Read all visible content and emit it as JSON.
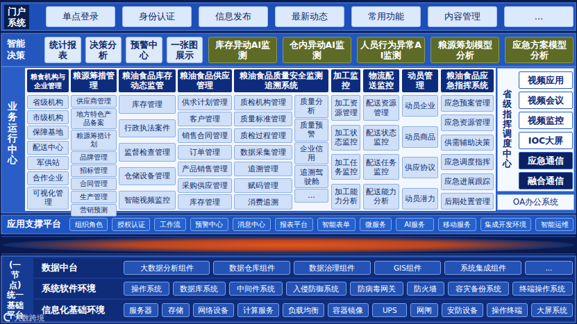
{
  "diagram": {
    "nodes": [
      {
        "text": [
          "门户系统"
        ]
      },
      {
        "text": [
          "单点登录"
        ],
        "in": 0
      },
      {
        "text": [
          "身份认证"
        ],
        "in": 0
      },
      {
        "text": [
          "信息发布"
        ],
        "in": 0
      },
      {
        "text": [
          "最新动态"
        ],
        "in": 0
      },
      {
        "text": [
          "常用功能"
        ],
        "in": 0
      },
      {
        "text": [
          "内容管理"
        ],
        "in": 0
      },
      {
        "text": [
          "..."
        ],
        "in": 0
      },
      {
        "text": [
          "智能决策"
        ]
      },
      {
        "text": [
          "统计报表"
        ],
        "in": 8
      },
      {
        "text": [
          "决策分析"
        ],
        "in": 8
      },
      {
        "text": [
          "预警中心"
        ],
        "in": 8
      },
      {
        "text": [
          "一张图展示"
        ],
        "in": 8
      },
      {
        "text": [
          "库存异动AI监测"
        ],
        "in": 8
      },
      {
        "text": [
          "仓内异动AI监测"
        ],
        "in": 8
      },
      {
        "text": [
          "人员行为异常AI监测"
        ],
        "in": 8
      },
      {
        "text": [
          "粮源筹划模型分析"
        ],
        "in": 8
      },
      {
        "text": [
          "应急方案模型分析"
        ],
        "in": 8
      },
      {
        "text": [
          "业务运行中心"
        ]
      },
      {
        "text": [
          "粮食机构与企业管理"
        ],
        "in": 18
      },
      {
        "text": [
          "省级机构"
        ],
        "in": 18
      },
      {
        "text": [
          "市级机构"
        ],
        "in": 18
      },
      {
        "text": [
          "保障基地"
        ],
        "in": 18
      },
      {
        "text": [
          "配送中心"
        ],
        "in": 18
      },
      {
        "text": [
          "军供站"
        ],
        "in": 18
      },
      {
        "text": [
          "合作企业"
        ],
        "in": 18
      },
      {
        "text": [
          "可视化管理"
        ],
        "in": 18
      },
      {
        "text": [
          "粮源筹措管理"
        ],
        "in": 18
      },
      {
        "text": [
          "供应商管理"
        ],
        "in": 18
      },
      {
        "text": [
          "地方特色产品备案"
        ],
        "in": 18
      },
      {
        "text": [
          "粮源筹措计划"
        ],
        "in": 18
      },
      {
        "text": [
          "品牌管理"
        ],
        "in": 18
      },
      {
        "text": [
          "招标管理"
        ],
        "in": 18
      },
      {
        "text": [
          "合同管理"
        ],
        "in": 18
      },
      {
        "text": [
          "生产管理"
        ],
        "in": 18
      },
      {
        "text": [
          "营销预测"
        ],
        "in": 18
      },
      {
        "text": [
          "粮油食品库存动态监管"
        ],
        "in": 18
      },
      {
        "text": [
          "库存管理"
        ],
        "in": 18
      },
      {
        "text": [
          "行政执法案件"
        ],
        "in": 18
      },
      {
        "text": [
          "监督检查管理"
        ],
        "in": 18
      },
      {
        "text": [
          "仓储设备管理"
        ],
        "in": 18
      },
      {
        "text": [
          "智能视频监控"
        ],
        "in": 18
      },
      {
        "text": [
          "粮油食品供应管理"
        ],
        "in": 18
      },
      {
        "text": [
          "供求计划管理"
        ],
        "in": 18
      },
      {
        "text": [
          "客户管理"
        ],
        "in": 18
      },
      {
        "text": [
          "销售合同管理"
        ],
        "in": 18
      },
      {
        "text": [
          "订单管理"
        ],
        "in": 18
      },
      {
        "text": [
          "产品销售管理"
        ],
        "in": 18
      },
      {
        "text": [
          "采购供应管理"
        ],
        "in": 18
      },
      {
        "text": [
          "库存管理"
        ],
        "in": 18
      },
      {
        "text": [
          "粮油食品质量安全监测追溯系统"
        ],
        "in": 18
      },
      {
        "text": [
          "质检机构管理"
        ],
        "in": 18
      },
      {
        "text": [
          "质量标准管理"
        ],
        "in": 18
      },
      {
        "text": [
          "质检过程管理"
        ],
        "in": 18
      },
      {
        "text": [
          "数据采集管理"
        ],
        "in": 18
      },
      {
        "text": [
          "追溯管理"
        ],
        "in": 18
      },
      {
        "text": [
          "赋码管理"
        ],
        "in": 18
      },
      {
        "text": [
          "消费追溯"
        ],
        "in": 18
      },
      {
        "text": [
          "质量分析"
        ],
        "in": 18
      },
      {
        "text": [
          "质量预警"
        ],
        "in": 18
      },
      {
        "text": [
          "企业信用"
        ],
        "in": 18
      },
      {
        "text": [
          "追溯驾驶舱"
        ],
        "in": 18
      },
      {
        "text": [
          "..."
        ],
        "in": 18
      },
      {
        "text": [
          "加工监控"
        ],
        "in": 18
      },
      {
        "text": [
          "加工资源管理"
        ],
        "in": 18
      },
      {
        "text": [
          "加工状态监控"
        ],
        "in": 18
      },
      {
        "text": [
          "加工任务监控"
        ],
        "in": 18
      },
      {
        "text": [
          "加工能力分析"
        ],
        "in": 18
      },
      {
        "text": [
          "物流配送监控"
        ],
        "in": 18
      },
      {
        "text": [
          "配送资源管理"
        ],
        "in": 18
      },
      {
        "text": [
          "配送状态监控"
        ],
        "in": 18
      },
      {
        "text": [
          "配送任务监控"
        ],
        "in": 18
      },
      {
        "text": [
          "配送能力分析"
        ],
        "in": 18
      },
      {
        "text": [
          "动员管理"
        ],
        "in": 18
      },
      {
        "text": [
          "动员企业"
        ],
        "in": 18
      },
      {
        "text": [
          "动员商品"
        ],
        "in": 18
      },
      {
        "text": [
          "供应协议"
        ],
        "in": 18
      },
      {
        "text": [
          "动员潜力"
        ],
        "in": 18
      },
      {
        "text": [
          "粮油食品应急指挥系统"
        ],
        "in": 18
      },
      {
        "text": [
          "应急预案管理"
        ],
        "in": 18
      },
      {
        "text": [
          "应急资源管理"
        ],
        "in": 18
      },
      {
        "text": [
          "供需辅助决策"
        ],
        "in": 18
      },
      {
        "text": [
          "应急调度指挥"
        ],
        "in": 18
      },
      {
        "text": [
          "应急进展跟踪"
        ],
        "in": 18
      },
      {
        "text": [
          "后期处置管理"
        ],
        "in": 18
      },
      {
        "text": [
          "省级指挥调度中心"
        ],
        "in": 18
      },
      {
        "text": [
          "视频应用"
        ],
        "in": 85
      },
      {
        "text": [
          "视频会议"
        ],
        "in": 85
      },
      {
        "text": [
          "视频监控"
        ],
        "in": 85
      },
      {
        "text": [
          "IOC大屏"
        ],
        "in": 85
      },
      {
        "text": [
          "应急通信"
        ],
        "in": 85
      },
      {
        "text": [
          "融合通信"
        ],
        "in": 85
      },
      {
        "text": [
          "OA办公系统"
        ],
        "in": 18
      },
      {
        "text": [
          "应用支撑平台"
        ]
      },
      {
        "text": [
          "组织角色"
        ],
        "in": 93
      },
      {
        "text": [
          "授权认证"
        ],
        "in": 93
      },
      {
        "text": [
          "工作流"
        ],
        "in": 93
      },
      {
        "text": [
          "预警中心"
        ],
        "in": 93
      },
      {
        "text": [
          "消息中心"
        ],
        "in": 93
      },
      {
        "text": [
          "报表平台"
        ],
        "in": 93
      },
      {
        "text": [
          "智能表单"
        ],
        "in": 93
      },
      {
        "text": [
          "微服务"
        ],
        "in": 93
      },
      {
        "text": [
          "AI服务"
        ],
        "in": 93
      },
      {
        "text": [
          "移动服务"
        ],
        "in": 93
      },
      {
        "text": [
          "集成开发环境"
        ],
        "in": 93
      },
      {
        "text": [
          "智能运维"
        ],
        "in": 93
      },
      {
        "text": [
          "(一节点)统一基础平台"
        ]
      },
      {
        "text": [
          "数据中台"
        ],
        "in": 106
      },
      {
        "text": [
          "大数据分析组件"
        ],
        "in": 107
      },
      {
        "text": [
          "数据仓库组件"
        ],
        "in": 107
      },
      {
        "text": [
          "数据治理组件"
        ],
        "in": 107
      },
      {
        "text": [
          "GIS组件"
        ],
        "in": 107
      },
      {
        "text": [
          "系统集成组件"
        ],
        "in": 107
      },
      {
        "text": [
          "..."
        ],
        "in": 107
      },
      {
        "text": [
          "系统软件环境"
        ],
        "in": 106
      },
      {
        "text": [
          "操作系统"
        ],
        "in": 114
      },
      {
        "text": [
          "数据库系统"
        ],
        "in": 114
      },
      {
        "text": [
          "中间件系统"
        ],
        "in": 114
      },
      {
        "text": [
          "入侵防御系统"
        ],
        "in": 114
      },
      {
        "text": [
          "防病毒网关"
        ],
        "in": 114
      },
      {
        "text": [
          "防火墙"
        ],
        "in": 114
      },
      {
        "text": [
          "容灾备份系统"
        ],
        "in": 114
      },
      {
        "text": [
          "终端操作系统"
        ],
        "in": 114
      },
      {
        "text": [
          "信息化基础环境"
        ],
        "in": 106
      },
      {
        "text": [
          "服务器"
        ],
        "in": 123
      },
      {
        "text": [
          "存储"
        ],
        "in": 123
      },
      {
        "text": [
          "网络设备"
        ],
        "in": 123
      },
      {
        "text": [
          "计算服务"
        ],
        "in": 123
      },
      {
        "text": [
          "负载均衡"
        ],
        "in": 123
      },
      {
        "text": [
          "容器镜像"
        ],
        "in": 123
      },
      {
        "text": [
          "UPS"
        ],
        "in": 123
      },
      {
        "text": [
          "网闸"
        ],
        "in": 123
      },
      {
        "text": [
          "安防设备"
        ],
        "in": 123
      },
      {
        "text": [
          "操作终端"
        ],
        "in": 123
      },
      {
        "text": [
          "大屏系统"
        ],
        "in": 123
      }
    ],
    "labels": [
      "大数跨境"
    ]
  }
}
